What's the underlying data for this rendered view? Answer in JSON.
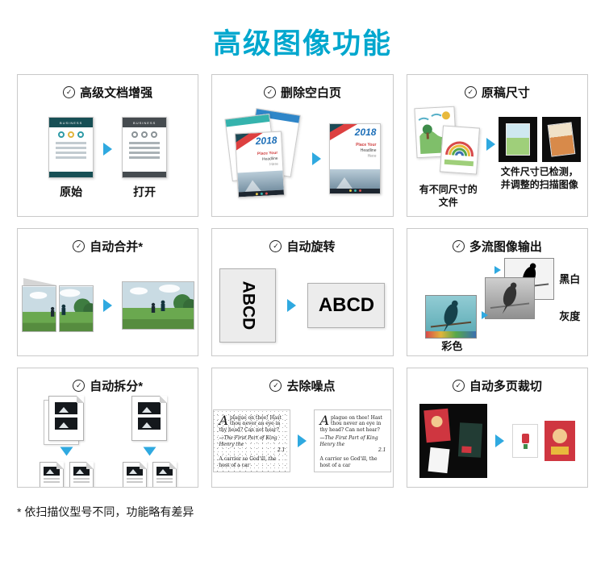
{
  "page": {
    "title": "高级图像功能",
    "footnote": "* 依扫描仪型号不同，功能略有差异",
    "accent_color": "#00a7ce",
    "arrow_color": "#2fa9e0"
  },
  "icons": {
    "check": "✓"
  },
  "cards": {
    "enhance": {
      "title": "高级文档增强",
      "doc_header": "BUSINESS",
      "label_original": "原始",
      "label_opened": "打开"
    },
    "blank": {
      "title": "删除空白页",
      "year": "2018",
      "headline1": "Place Your",
      "headline2": "Headline",
      "headline3": "Here"
    },
    "size": {
      "title": "原稿尺寸",
      "caption_left1": "有不同尺寸的",
      "caption_left2": "文件",
      "caption_right1": "文件尺寸已检测，",
      "caption_right2": "并调整的扫描图像"
    },
    "merge": {
      "title": "自动合并*"
    },
    "rotate": {
      "title": "自动旋转",
      "sample": "ABCD"
    },
    "multistream": {
      "title": "多流图像输出",
      "label_color": "彩色",
      "label_gray": "灰度",
      "label_bw": "黑白"
    },
    "split": {
      "title": "自动拆分*"
    },
    "denoise": {
      "title": "去除噪点",
      "dropcap": "A",
      "line1": "plague on thee! Hast thou",
      "line2": "never an eye in thy head? Can",
      "line3": "not hear?",
      "line4": "—The First Part of King Henry the",
      "line5": "2.1",
      "line6": "A carrier so God'ill, the host of a car"
    },
    "crop": {
      "title": "自动多页裁切"
    }
  }
}
